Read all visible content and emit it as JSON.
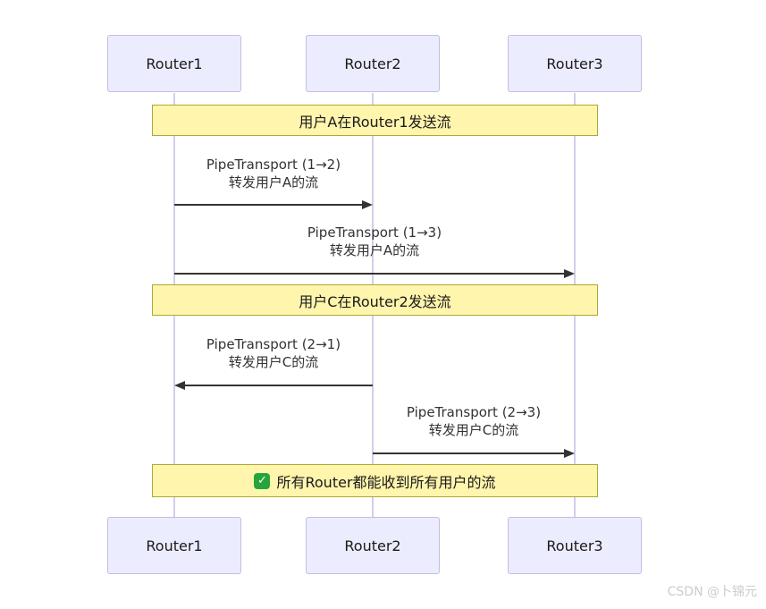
{
  "diagram": {
    "type": "sequence",
    "actors": [
      {
        "label": "Router1"
      },
      {
        "label": "Router2"
      },
      {
        "label": "Router3"
      }
    ],
    "notes": [
      {
        "text": "用户A在Router1发送流"
      },
      {
        "text": "用户C在Router2发送流"
      },
      {
        "icon_glyph": "✓",
        "icon_name": "check-emoji",
        "text": "所有Router都能收到所有用户的流"
      }
    ],
    "messages": [
      {
        "from": "Router1",
        "to": "Router2",
        "line1": "PipeTransport (1→2)",
        "line2": "转发用户A的流"
      },
      {
        "from": "Router1",
        "to": "Router3",
        "line1": "PipeTransport (1→3)",
        "line2": "转发用户A的流"
      },
      {
        "from": "Router2",
        "to": "Router1",
        "line1": "PipeTransport (2→1)",
        "line2": "转发用户C的流"
      },
      {
        "from": "Router2",
        "to": "Router3",
        "line1": "PipeTransport (2→3)",
        "line2": "转发用户C的流"
      }
    ],
    "colors": {
      "actor_fill": "#ECECFF",
      "actor_border": "#C3BDE4",
      "note_fill": "#FFF5AD",
      "note_border": "#AAAA33",
      "lifeline": "#D5CDEB",
      "arrow": "#333333",
      "check_green": "#27A53C",
      "watermark_text": "#CCCCCC"
    },
    "watermark": "CSDN @卜锦元"
  }
}
